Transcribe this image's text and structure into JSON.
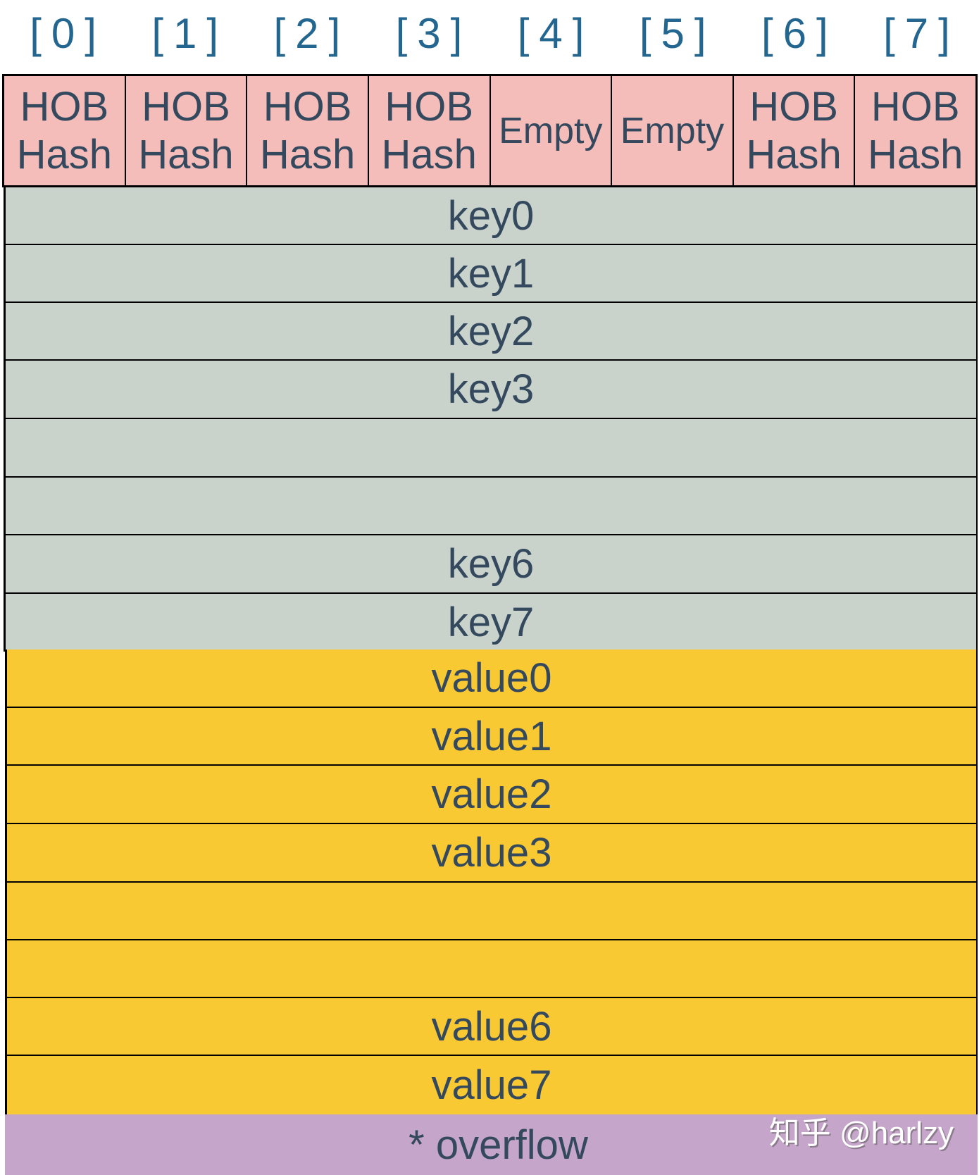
{
  "indices": [
    "[0]",
    "[1]",
    "[2]",
    "[3]",
    "[4]",
    "[5]",
    "[6]",
    "[7]"
  ],
  "tophash": [
    {
      "line1": "HOB",
      "line2": "Hash"
    },
    {
      "line1": "HOB",
      "line2": "Hash"
    },
    {
      "line1": "HOB",
      "line2": "Hash"
    },
    {
      "line1": "HOB",
      "line2": "Hash"
    },
    {
      "line1": "Empty",
      "line2": ""
    },
    {
      "line1": "Empty",
      "line2": ""
    },
    {
      "line1": "HOB",
      "line2": "Hash"
    },
    {
      "line1": "HOB",
      "line2": "Hash"
    }
  ],
  "keys": [
    "key0",
    "key1",
    "key2",
    "key3",
    "",
    "",
    "key6",
    "key7"
  ],
  "values": [
    "value0",
    "value1",
    "value2",
    "value3",
    "",
    "",
    "value6",
    "value7"
  ],
  "overflow": "* overflow",
  "watermark": "知乎 @harlzy",
  "colors": {
    "tophash_bg": "#F4BDBA",
    "keys_bg": "#C9D3CC",
    "values_bg": "#F9C934",
    "overflow_bg": "#C5A5C9",
    "text": "#34495E",
    "index_text": "#23668F"
  }
}
